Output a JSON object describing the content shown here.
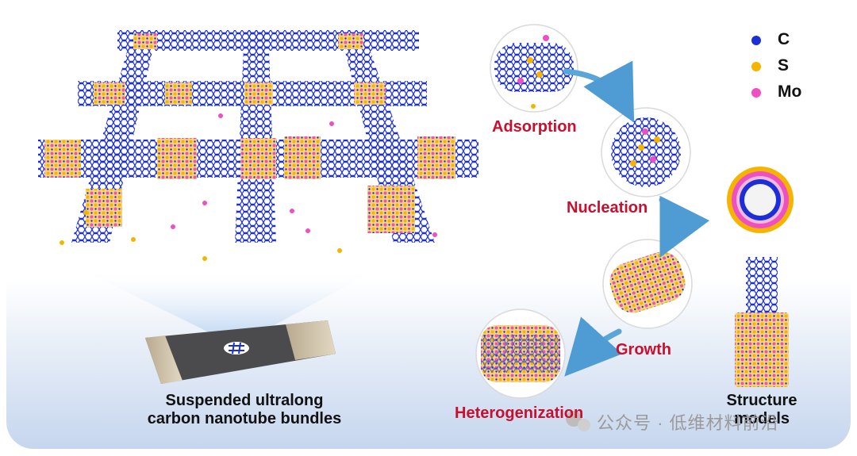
{
  "legend": {
    "items": [
      {
        "label": "C",
        "color": "#1c2fd6"
      },
      {
        "label": "S",
        "color": "#f5b400"
      },
      {
        "label": "Mo",
        "color": "#ee4fc2"
      }
    ]
  },
  "steps": {
    "adsorption": "Adsorption",
    "nucleation": "Nucleation",
    "growth": "Growth",
    "heterogenization": "Heterogenization"
  },
  "caption": {
    "line1": "Suspended ultralong",
    "line2": "carbon nanotube bundles"
  },
  "structure": {
    "line1": "Structure",
    "line2": "models"
  },
  "watermark": {
    "icon": "wechat-icon",
    "text": "公众号 · 低维材料前沿"
  },
  "colors": {
    "carbon": "#1c2fd6",
    "sulfur": "#f5b400",
    "molybdenum": "#ee4fc2",
    "step_label": "#c8102e",
    "arrow": "#5aa6d8"
  }
}
